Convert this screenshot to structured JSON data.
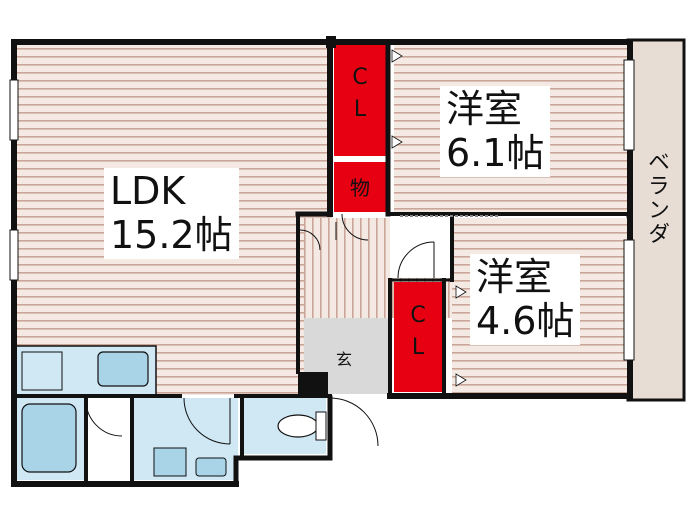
{
  "plan": {
    "colors": {
      "wall": "#111111",
      "floor_stripe": "#c9a697",
      "floor_base": "#f5e9e4",
      "closet": "#e60012",
      "wet": "#cfe8f4",
      "wet_fixture": "#a9d3e6",
      "entry_floor": "#d9d9d9",
      "veranda": "#e8ddd5"
    },
    "rooms": {
      "ldk": {
        "name": "LDK",
        "size": "15.2帖"
      },
      "western_1": {
        "name": "洋室",
        "size": "6.1帖"
      },
      "western_2": {
        "name": "洋室",
        "size": "4.6帖"
      }
    },
    "closet_label": "C\nL",
    "closet_1": {
      "top": "C",
      "bottom": "L"
    },
    "closet_2": {
      "top": "C",
      "bottom": "L"
    },
    "storage": "物",
    "entrance": "玄",
    "veranda": "ベランダ"
  }
}
